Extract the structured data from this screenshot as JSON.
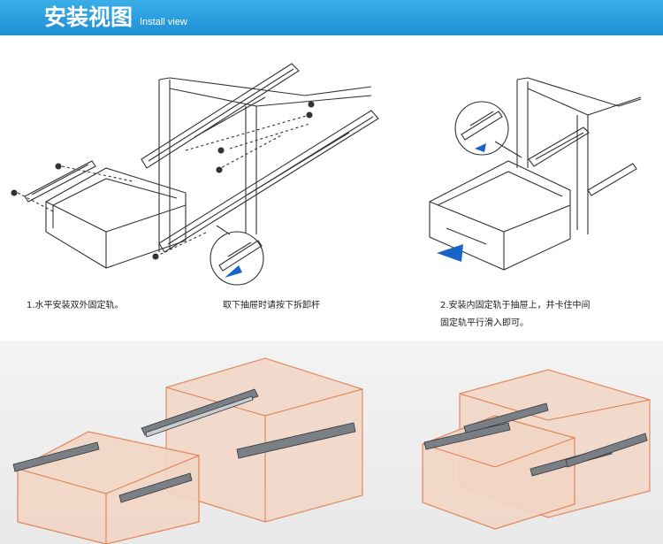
{
  "header": {
    "title": "安装视图",
    "subtitle": "Install view",
    "bg_color": "#1e8fd4"
  },
  "captions": {
    "step1": "1.水平安装双外固定轨。",
    "step1_note": "取下抽屉时请按下拆卸杆",
    "step2_line1": "2.安装内固定轨于抽屉上，并卡住中间",
    "step2_line2": "固定轨平行滑入即可。"
  },
  "colors": {
    "line_art": "#333333",
    "arrow_blue": "#1a63c7",
    "cabinet_orange": "#e07b4a",
    "rail_steel": "#6f7378"
  }
}
